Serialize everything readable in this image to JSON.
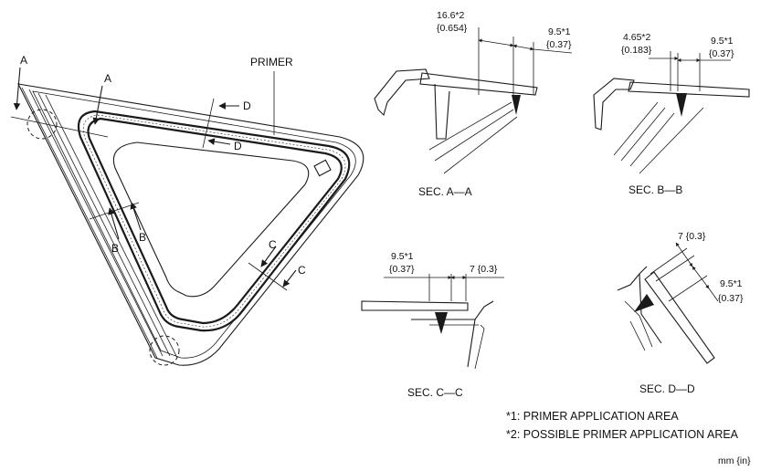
{
  "main_view": {
    "primer_label": "PRIMER",
    "section_marks": {
      "a_outer": "A",
      "a_inner": "A",
      "b_left": "B",
      "b_right": "B",
      "c_upper": "C",
      "c_lower": "C",
      "d_upper": "D",
      "d_lower": "D"
    }
  },
  "sections": {
    "aa": {
      "caption": "SEC. A—A",
      "dim1_value": "16.6*2",
      "dim1_inch": "{0.654}",
      "dim2_value": "9.5*1",
      "dim2_inch": "{0.37}"
    },
    "bb": {
      "caption": "SEC. B—B",
      "dim1_value": "4.65*2",
      "dim1_inch": "{0.183}",
      "dim2_value": "9.5*1",
      "dim2_inch": "{0.37}"
    },
    "cc": {
      "caption": "SEC. C—C",
      "dim1_value": "9.5*1",
      "dim1_inch": "{0.37}",
      "dim2_label": "7 {0.3}"
    },
    "dd": {
      "caption": "SEC. D—D",
      "dim1_label": "7 {0.3}",
      "dim2_value": "9.5*1",
      "dim2_inch": "{0.37}"
    }
  },
  "notes": {
    "note1": "*1: PRIMER APPLICATION AREA",
    "note2": "*2: POSSIBLE PRIMER APPLICATION AREA",
    "units": "mm {in}"
  }
}
